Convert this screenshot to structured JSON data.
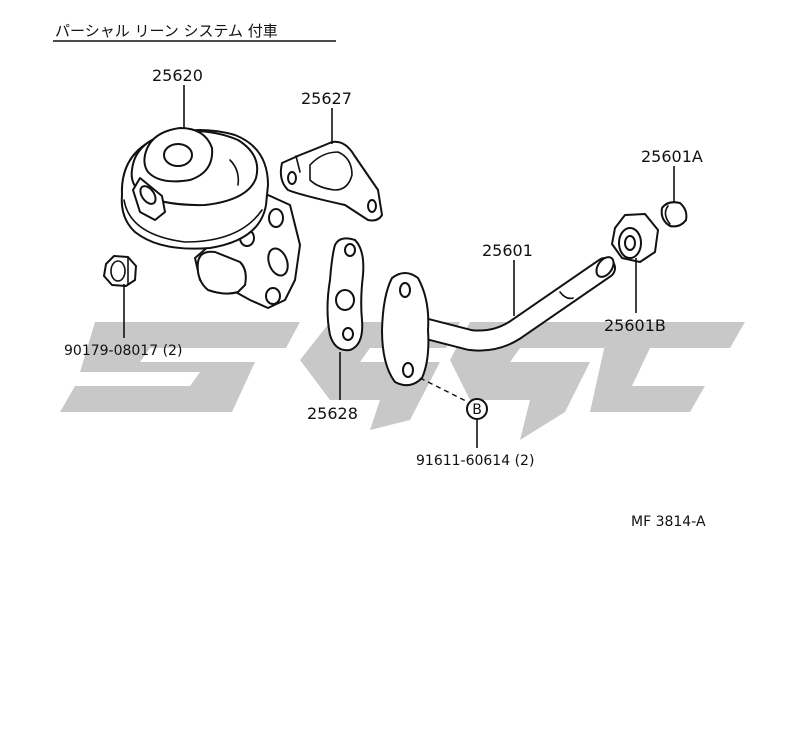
{
  "title": "パーシャル リーン システム 付車",
  "parts": {
    "egr_valve": "25620",
    "bracket": "25627",
    "gasket": "25628",
    "pipe": "25601",
    "union_a": "25601A",
    "union_b": "25601B",
    "nut": "90179-08017 (2)",
    "bolt": "91611-60614 (2)",
    "bolt_symbol": "B"
  },
  "figure_code": "MF 3814-A",
  "watermark": {
    "text": "",
    "color": "#c8c8c8"
  }
}
